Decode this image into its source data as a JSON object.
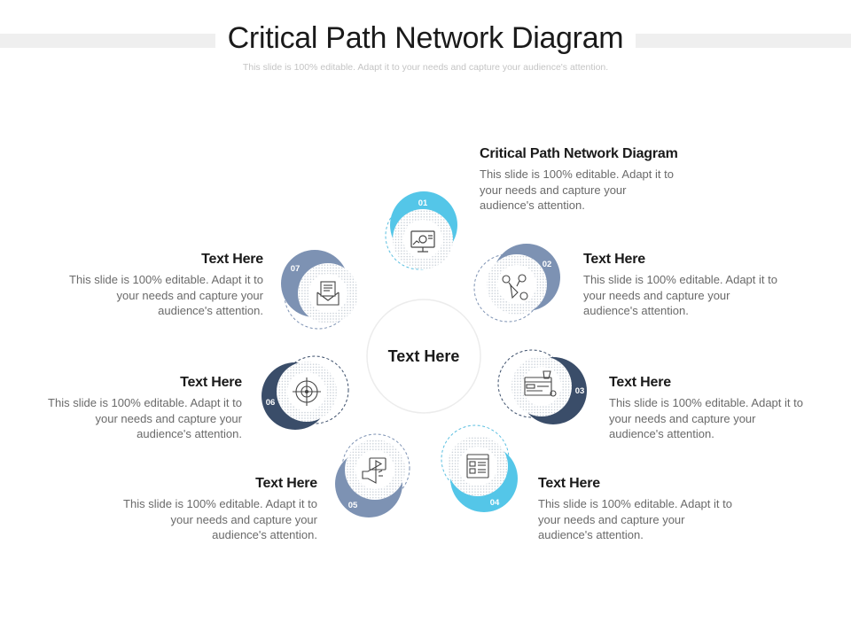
{
  "header": {
    "title": "Critical Path Network Diagram",
    "subtitle": "This slide is 100% editable. Adapt it to your needs and capture your audience's attention."
  },
  "center": {
    "label": "Text Here"
  },
  "colors": {
    "light_blue": "#54c6e8",
    "slate_blue": "#7d92b3",
    "navy": "#3a4d69",
    "dash_blue": "#5bbfe0",
    "dash_slate": "#7d92b3"
  },
  "nodes": [
    {
      "num": "01",
      "icon": "monitor-chart-icon",
      "color": "light_blue"
    },
    {
      "num": "02",
      "icon": "social-media-icon",
      "color": "slate_blue"
    },
    {
      "num": "03",
      "icon": "browser-cart-icon",
      "color": "navy"
    },
    {
      "num": "04",
      "icon": "document-list-icon",
      "color": "light_blue"
    },
    {
      "num": "05",
      "icon": "megaphone-video-icon",
      "color": "slate_blue"
    },
    {
      "num": "06",
      "icon": "crosshair-target-icon",
      "color": "navy"
    },
    {
      "num": "07",
      "icon": "envelope-letter-icon",
      "color": "slate_blue"
    }
  ],
  "blocks": [
    {
      "title": "Critical Path Network Diagram",
      "text": "This slide is 100% editable. Adapt it to your needs and capture your audience's attention."
    },
    {
      "title": "Text Here",
      "text": "This slide is 100% editable. Adapt it to your needs and capture your audience's attention."
    },
    {
      "title": "Text Here",
      "text": "This slide is 100% editable. Adapt it to your needs and capture your audience's attention."
    },
    {
      "title": "Text Here",
      "text": "This slide is 100% editable. Adapt it to your needs and capture your audience's attention."
    },
    {
      "title": "Text Here",
      "text": "This slide is 100% editable. Adapt it to your needs and capture your audience's attention."
    },
    {
      "title": "Text Here",
      "text": "This slide is 100% editable. Adapt it to your needs and capture your audience's attention."
    },
    {
      "title": "Text Here",
      "text": "This slide is 100% editable. Adapt it to your needs and capture your audience's attention."
    }
  ]
}
